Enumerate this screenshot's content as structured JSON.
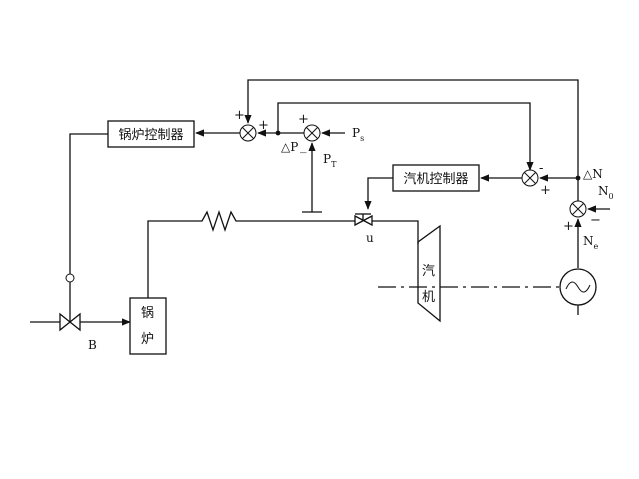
{
  "blocks": {
    "boiler_controller": "锅炉控制器",
    "turbine_controller": "汽机控制器",
    "boiler_char1": "锅",
    "boiler_char2": "炉",
    "turbine_char1": "汽",
    "turbine_char2": "机"
  },
  "signals": {
    "Ps": "P",
    "Ps_sub": "s",
    "PT": "P",
    "PT_sub": "T",
    "dP": "△P",
    "N": "△N",
    "N0": "N",
    "N0_sub": "0",
    "Ne": "N",
    "Ne_sub": "e",
    "B": "B",
    "u": "u"
  },
  "signs": {
    "plus": "+",
    "minus": "−",
    "minus_short": "-",
    "underscore": "_"
  }
}
